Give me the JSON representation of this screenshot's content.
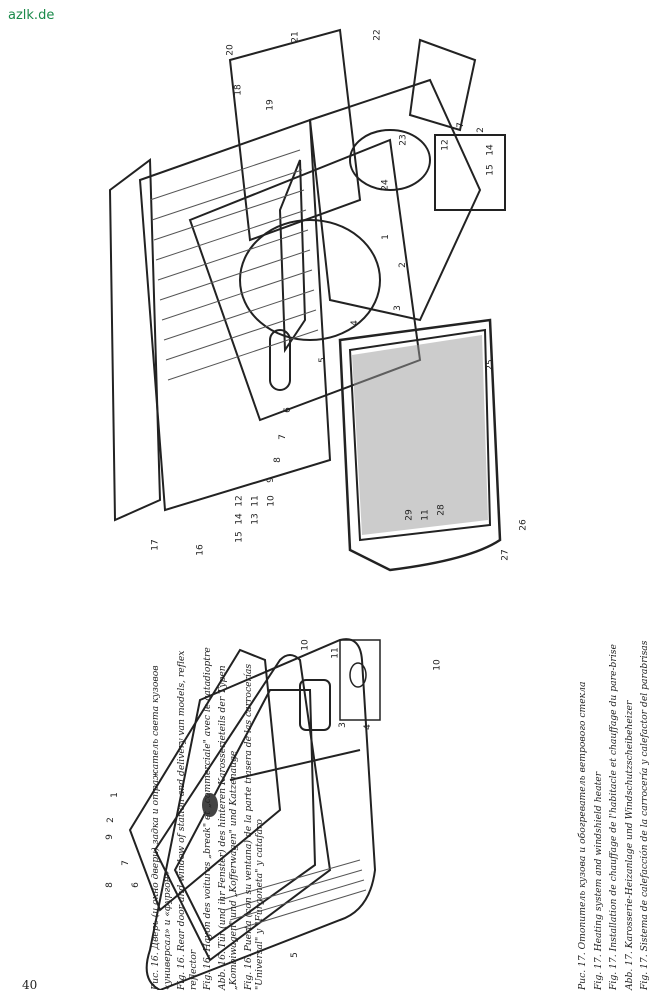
{
  "watermark": "azlk.de",
  "page_number": "40",
  "figure16": {
    "captions": [
      "Рис. 16. Дверь (и окно двери) задка и отражатель света кузовов «универсал» и «фургон»",
      "Fig. 16. Rear door and window of station and delivery van models, reflex reflector",
      "Fig. 16. Hayon des voitures „break\" et „commerciale\" avec le catadioptre",
      "Abb. 16. Tür (und ihr Fenster) des hinteren Karosserieteils der Typen „Kombiwagen\" und „Kofferwagen\" und Katzenauge",
      "Fig. 16. Puerta (con su ventana) de la parte trasera de las carrocerías \"Universal\" y \"Furgoneta\" y catafaro"
    ],
    "labels": [
      "1",
      "2",
      "3",
      "4",
      "5",
      "6",
      "7",
      "8",
      "9",
      "10",
      "11",
      "10"
    ]
  },
  "figure17": {
    "captions": [
      "Рис. 17. Отопитель кузова и обогреватель ветрового стекла",
      "Fig. 17. Heating system and windshield heater",
      "Fig. 17. Installation de chauffage de l'habitacle et chauffage du pare-brise",
      "Abb. 17. Karosserie-Heizanlage und Windschutzscheibeheizer",
      "Fig. 17. Sistema de calefacción de la carrocería y calefactor del parabrisas"
    ],
    "labels": [
      "1",
      "2",
      "3",
      "4",
      "5",
      "6",
      "7",
      "8",
      "9",
      "10",
      "11",
      "12",
      "13",
      "14",
      "15",
      "16",
      "17",
      "18",
      "19",
      "20",
      "21",
      "22",
      "23",
      "24",
      "25",
      "26",
      "27",
      "28",
      "29",
      "11",
      "12",
      "7",
      "2",
      "14",
      "15"
    ]
  }
}
